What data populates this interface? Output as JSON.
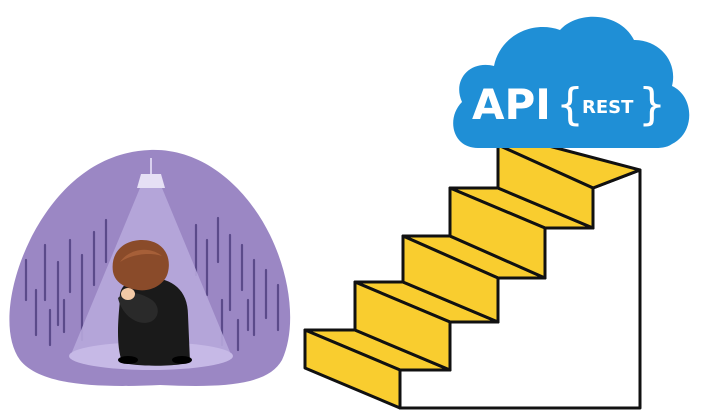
{
  "illustration": {
    "cloud": {
      "main_text": "API",
      "brace_open": "{",
      "inner_text": "REST",
      "brace_close": "}",
      "color": "#1f8fd6"
    },
    "stairs": {
      "step_count": 5,
      "tread_color": "#f9cd2f",
      "outline_color": "#111111"
    },
    "sad_figure": {
      "blob_color": "#9b87c4",
      "rain_color": "#5b4a8a",
      "light_color": "#b7a8dc",
      "hair_color": "#8a4b2a",
      "suit_color": "#1a1a1a"
    }
  }
}
